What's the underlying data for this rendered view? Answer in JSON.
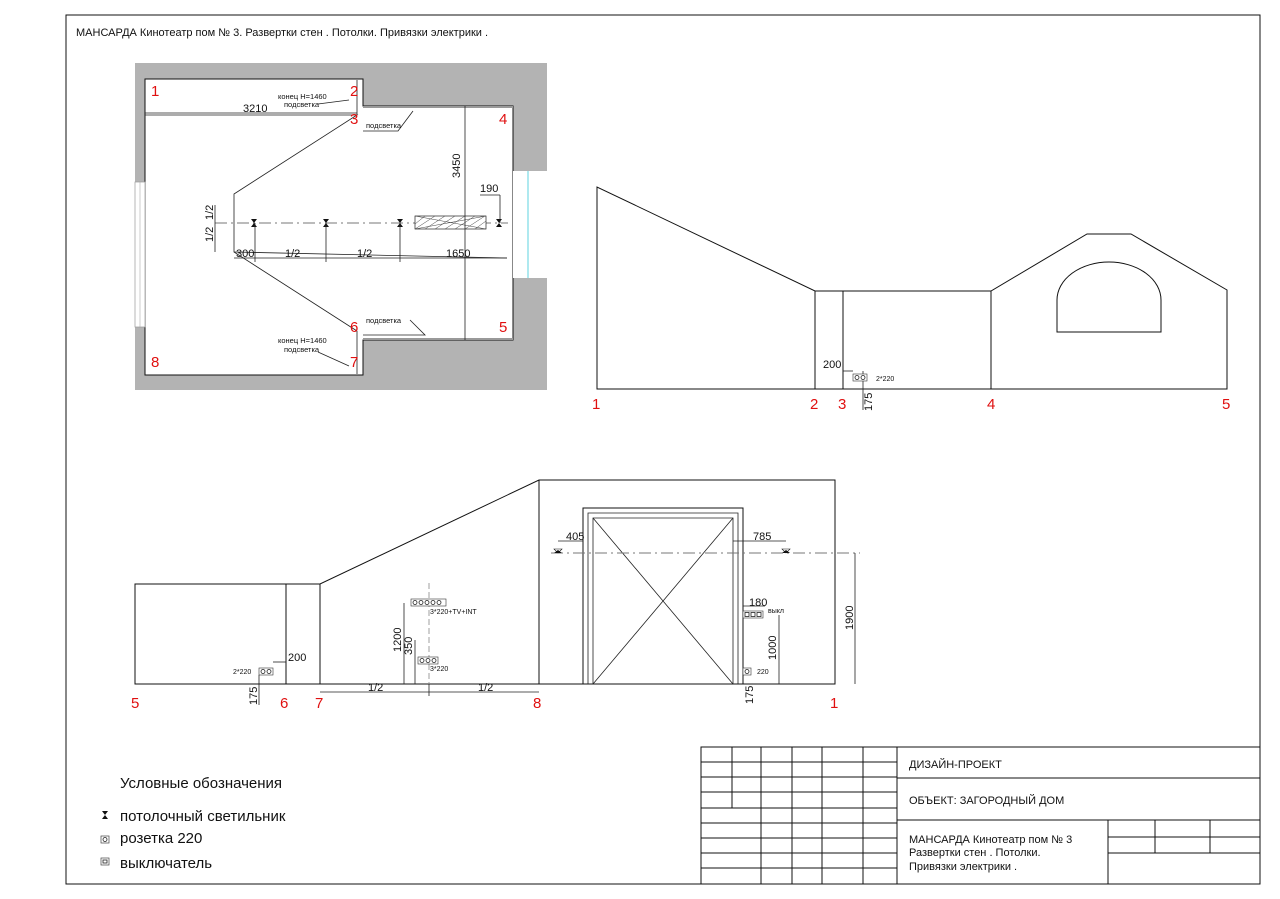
{
  "sheet_title": "МАНСАРДА  Кинотеатр пом  № 3. Развертки стен . Потолки. Привязки электрики .",
  "plan": {
    "corners": [
      "1",
      "2",
      "3",
      "4",
      "5",
      "6",
      "7",
      "8"
    ],
    "dims": {
      "d3210": "3210",
      "d3450": "3450",
      "d190": "190",
      "d300": "300",
      "half": "1/2",
      "d1650": "1650"
    },
    "notes": {
      "end_top": "конец H=1460",
      "light_top": "подсветка",
      "light_3": "подсветка",
      "light_6": "подсветка",
      "end_bot": "конец H=1460",
      "light_bot": "подсветка"
    }
  },
  "elev1": {
    "corners": [
      "1",
      "2",
      "3",
      "4",
      "5"
    ],
    "dims": {
      "d200": "200",
      "d175": "175"
    },
    "socket_label": "2*220"
  },
  "elev2": {
    "corners": [
      "5",
      "6",
      "7",
      "8",
      "1"
    ],
    "dims": {
      "d200": "200",
      "d175a": "175",
      "d1200": "1200",
      "d350": "350",
      "half": "1/2",
      "d405": "405",
      "d785": "785",
      "d180": "180",
      "d1000": "1000",
      "d1900": "1900",
      "d175b": "175"
    },
    "labels": {
      "left_socket": "2*220",
      "block": "3*220+TV+INT",
      "socket3": "3*220",
      "switch": "выкл",
      "socket1": "220"
    }
  },
  "legend": {
    "title": "Условные обозначения",
    "items": [
      "потолочный светильник",
      "розетка 220",
      "выключатель"
    ]
  },
  "title_block": {
    "project": "ДИЗАЙН-ПРОЕКТ",
    "object": "ОБЪЕКТ: ЗАГОРОДНЫЙ ДОМ",
    "sheet_lines": [
      "МАНСАРДА  Кинотеатр пом  № 3",
      "Развертки стен . Потолки.",
      "Привязки электрики ."
    ]
  }
}
